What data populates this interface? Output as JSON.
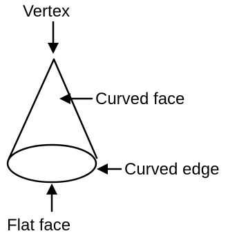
{
  "labels": {
    "vertex": "Vertex",
    "curved_face": "Curved face",
    "curved_edge": "Curved edge",
    "flat_face": "Flat face"
  },
  "colors": {
    "ink": "#000000",
    "background": "#ffffff"
  }
}
